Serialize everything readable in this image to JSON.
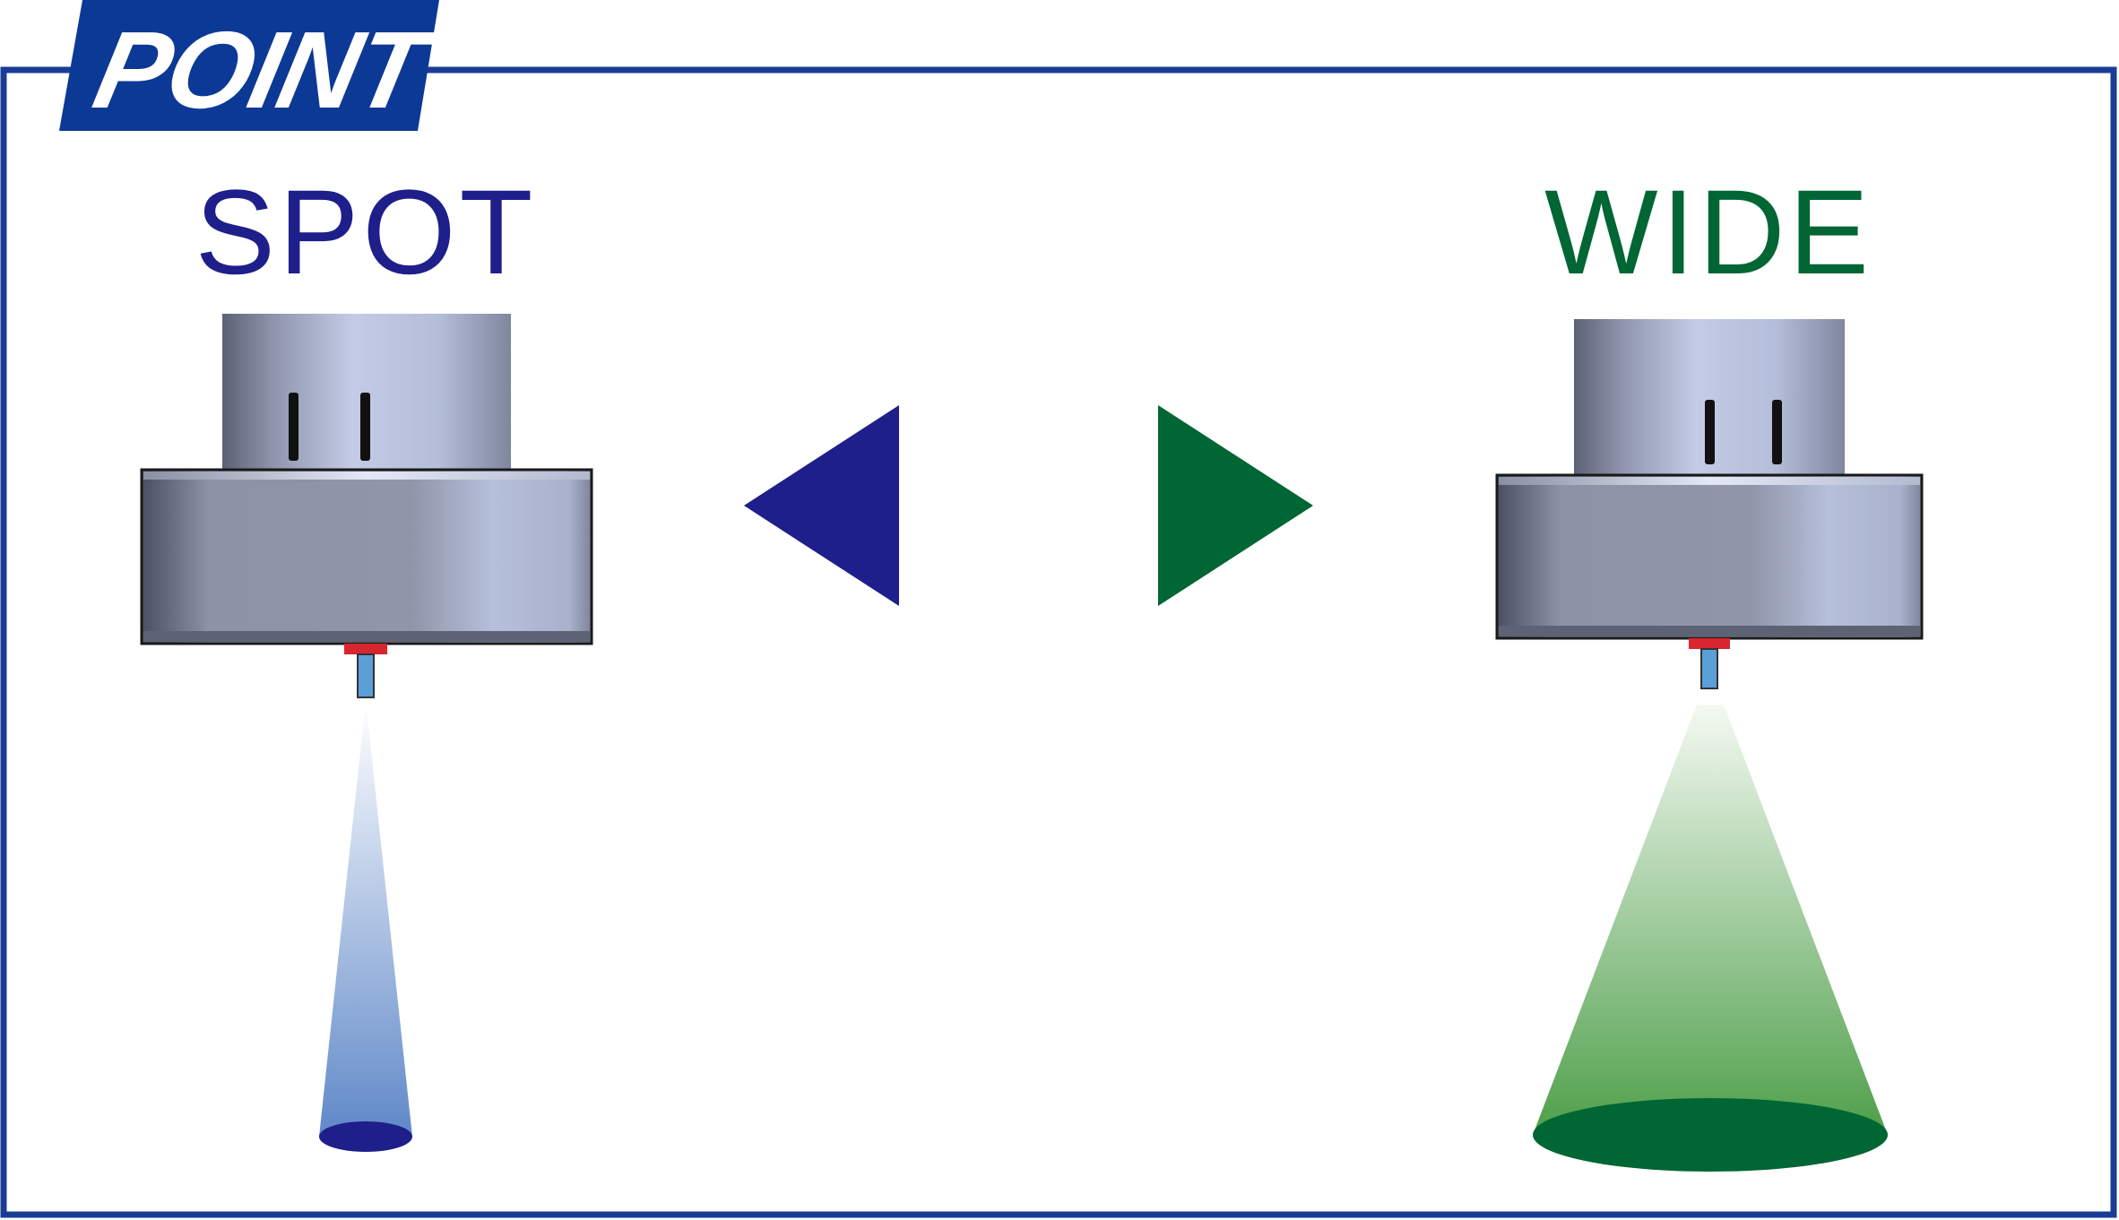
{
  "badge": {
    "label": "POINT"
  },
  "spot": {
    "label": "SPOT"
  },
  "wide": {
    "label": "WIDE"
  },
  "colors": {
    "frame": "#1a3c96",
    "badge_bg": "#0c3996",
    "spot_accent": "#1e1f8a",
    "wide_accent": "#006633",
    "spot_beam": "#5f88c8",
    "wide_beam": "#5aa855",
    "nozzle_red": "#d8262e",
    "nozzle_blue": "#5b9fd8"
  },
  "icons": {
    "left_arrow": "triangle-left-icon",
    "right_arrow": "triangle-right-icon"
  }
}
